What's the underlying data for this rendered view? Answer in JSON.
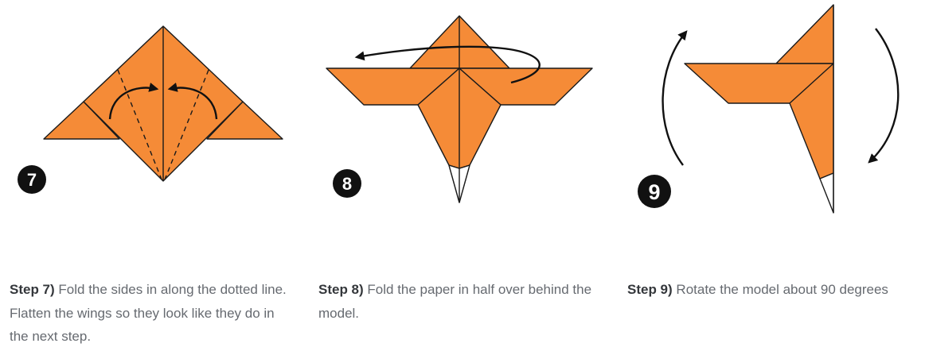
{
  "colors": {
    "paper": "#F58B37",
    "outline": "#1a1a1a",
    "badge": "#111111",
    "caption_text": "#666a70",
    "caption_bold": "#34373b"
  },
  "steps": [
    {
      "number": "7",
      "label": "Step 7)",
      "text": " Fold the sides in along the dotted line. Flatten the wings so they look like they do in the next step."
    },
    {
      "number": "8",
      "label": "Step 8)",
      "text": " Fold the paper in half over behind the model."
    },
    {
      "number": "9",
      "label": "Step 9)",
      "text": " Rotate the model about 90 degrees"
    }
  ]
}
